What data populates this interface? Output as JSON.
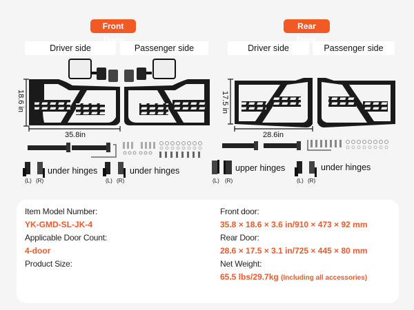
{
  "colors": {
    "accent": "#f15a24",
    "value_text": "#ec5a2c",
    "background": "#f5f5f5",
    "card": "#ffffff"
  },
  "front": {
    "badge": "Front Door",
    "driver_label": "Driver side",
    "passenger_label": "Passenger side",
    "height_dim": "18.6 in",
    "width_dim": "35.8in",
    "hinges_label": "under hinges",
    "left_tag": "(L)",
    "right_tag": "(R)"
  },
  "rear": {
    "badge": "Rear Door",
    "driver_label": "Driver side",
    "passenger_label": "Passenger side",
    "height_dim": "17.5 in",
    "width_dim": "28.6in",
    "upper_hinges_label": "upper hinges",
    "under_hinges_label": "under hinges",
    "left_tag": "(L)",
    "right_tag": "(R)"
  },
  "specs": {
    "model_label": "Item Model Number:",
    "model_value": "YK-GMD-SL-JK-4",
    "door_count_label": "Applicable Door Count:",
    "door_count_value": "4-door",
    "size_label": "Product Size:",
    "front_door_label": "Front door:",
    "front_door_value": "35.8 × 18.6 × 3.6 in/910 × 473 × 92 mm",
    "rear_door_label": "Rear Door:",
    "rear_door_value": "28.6 × 17.5 × 3.1 in/725 × 445 × 80 mm",
    "weight_label": "Net Weight:",
    "weight_value": "65.5 lbs/29.7kg",
    "weight_note": "(Including all accessories)"
  }
}
